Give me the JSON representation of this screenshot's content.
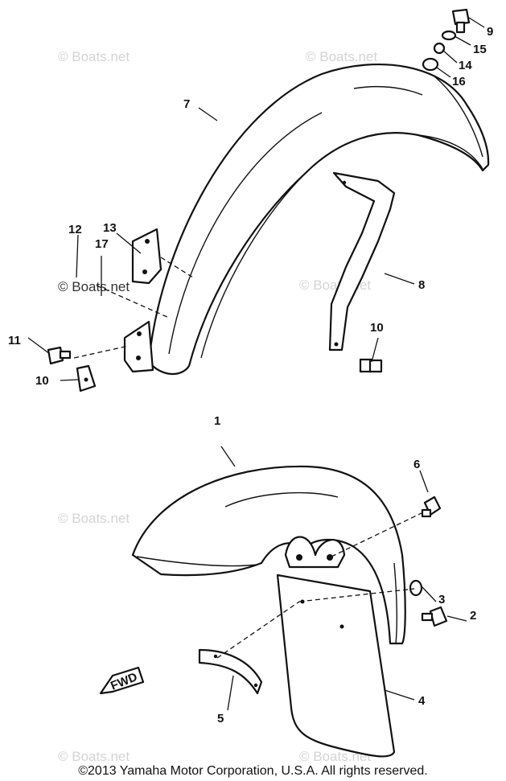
{
  "watermark": "© Boats.net",
  "callouts": [
    "1",
    "2",
    "3",
    "4",
    "5",
    "6",
    "7",
    "8",
    "9",
    "10",
    "10",
    "11",
    "12",
    "13",
    "14",
    "15",
    "16",
    "17"
  ],
  "arrow_label": "FWD",
  "copyright": "©2013 Yamaha Motor Corporation, U.S.A. All rights reserved."
}
